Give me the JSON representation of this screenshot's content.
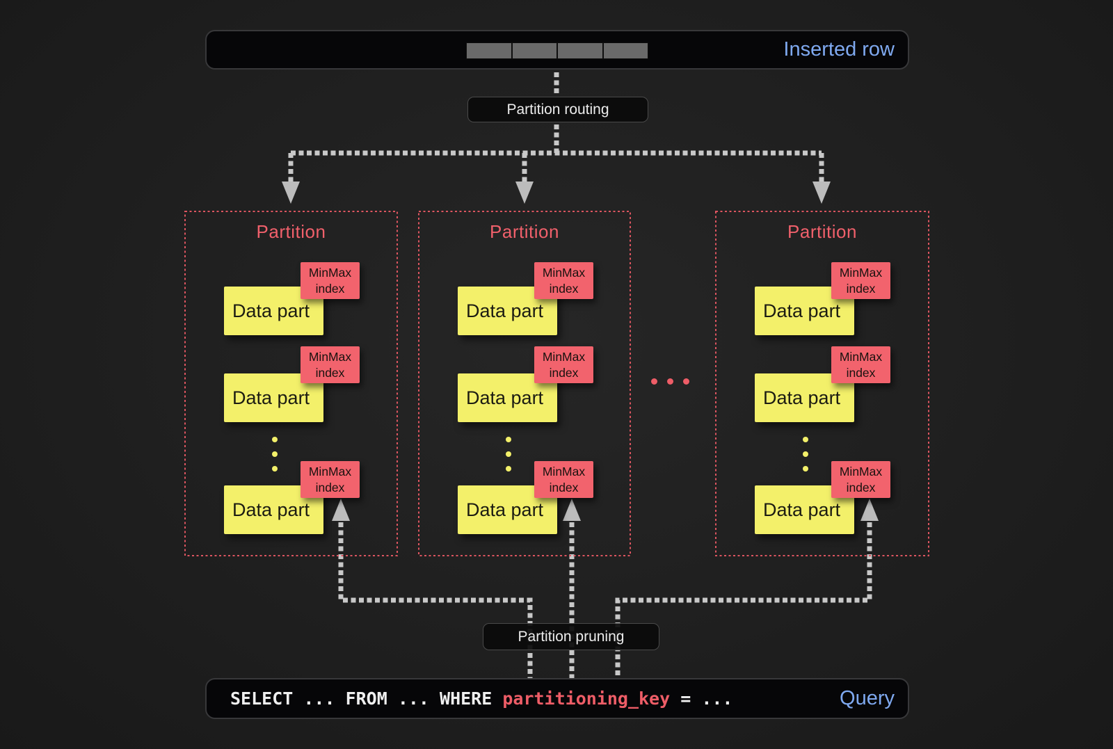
{
  "colors": {
    "accent_red": "#ee5d67",
    "box_yellow": "#f3f06a",
    "box_salmon": "#f2636d",
    "accent_blue": "#7fa9f0",
    "connector_gray": "#c8c8c8"
  },
  "inserted_row": {
    "label": "Inserted row"
  },
  "flow": {
    "routing_label": "Partition routing",
    "pruning_label": "Partition pruning"
  },
  "partitions": [
    {
      "title": "Partition",
      "parts": [
        {
          "part_label": "Data part",
          "index_label": "MinMax index"
        },
        {
          "part_label": "Data part",
          "index_label": "MinMax index"
        },
        {
          "part_label": "Data part",
          "index_label": "MinMax index"
        }
      ]
    },
    {
      "title": "Partition",
      "parts": [
        {
          "part_label": "Data part",
          "index_label": "MinMax index"
        },
        {
          "part_label": "Data part",
          "index_label": "MinMax index"
        },
        {
          "part_label": "Data part",
          "index_label": "MinMax index"
        }
      ]
    },
    {
      "title": "Partition",
      "parts": [
        {
          "part_label": "Data part",
          "index_label": "MinMax index"
        },
        {
          "part_label": "Data part",
          "index_label": "MinMax index"
        },
        {
          "part_label": "Data part",
          "index_label": "MinMax index"
        }
      ]
    }
  ],
  "query": {
    "prefix": "SELECT ... FROM ... WHERE ",
    "key": "partitioning_key",
    "suffix": " = ...",
    "label": "Query"
  }
}
